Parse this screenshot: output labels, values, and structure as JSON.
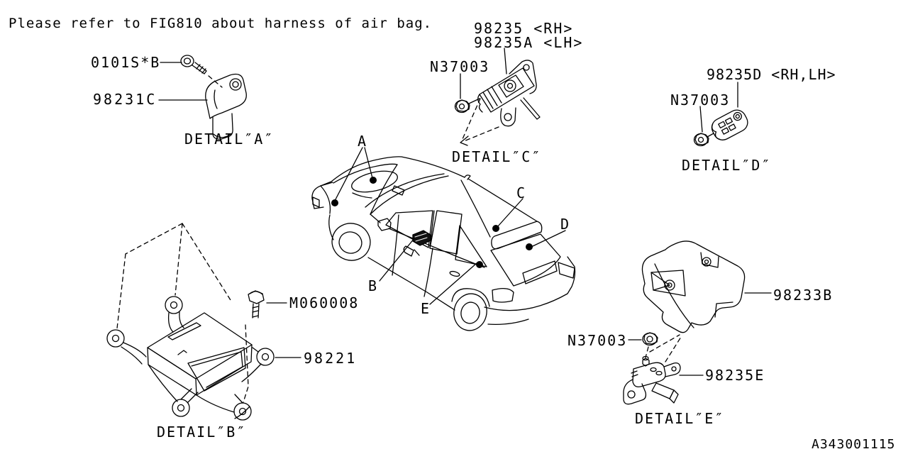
{
  "colors": {
    "line": "#000000",
    "background": "#ffffff",
    "marker_fill": "#000000"
  },
  "note": "Please refer to FIG810 about harness of air bag.",
  "drawing_code": "A343001115",
  "car_markers": [
    {
      "letter": "A"
    },
    {
      "letter": "B"
    },
    {
      "letter": "C"
    },
    {
      "letter": "D"
    },
    {
      "letter": "E"
    }
  ],
  "details": [
    {
      "id": "A",
      "caption": "DETAIL″A″",
      "parts": [
        {
          "number": "0101S*B"
        },
        {
          "number": "98231C"
        }
      ]
    },
    {
      "id": "B",
      "caption": "DETAIL″B″",
      "parts": [
        {
          "number": "M060008"
        },
        {
          "number": "98221"
        }
      ]
    },
    {
      "id": "C",
      "caption": "DETAIL″C″",
      "parts": [
        {
          "number": "98235 <RH>"
        },
        {
          "number": "98235A <LH>"
        },
        {
          "number": "N37003"
        }
      ]
    },
    {
      "id": "D",
      "caption": "DETAIL″D″",
      "parts": [
        {
          "number": "98235D <RH,LH>"
        },
        {
          "number": "N37003"
        }
      ]
    },
    {
      "id": "E",
      "caption": "DETAIL″E″",
      "parts": [
        {
          "number": "98233B"
        },
        {
          "number": "N37003"
        },
        {
          "number": "98235E"
        }
      ]
    }
  ]
}
